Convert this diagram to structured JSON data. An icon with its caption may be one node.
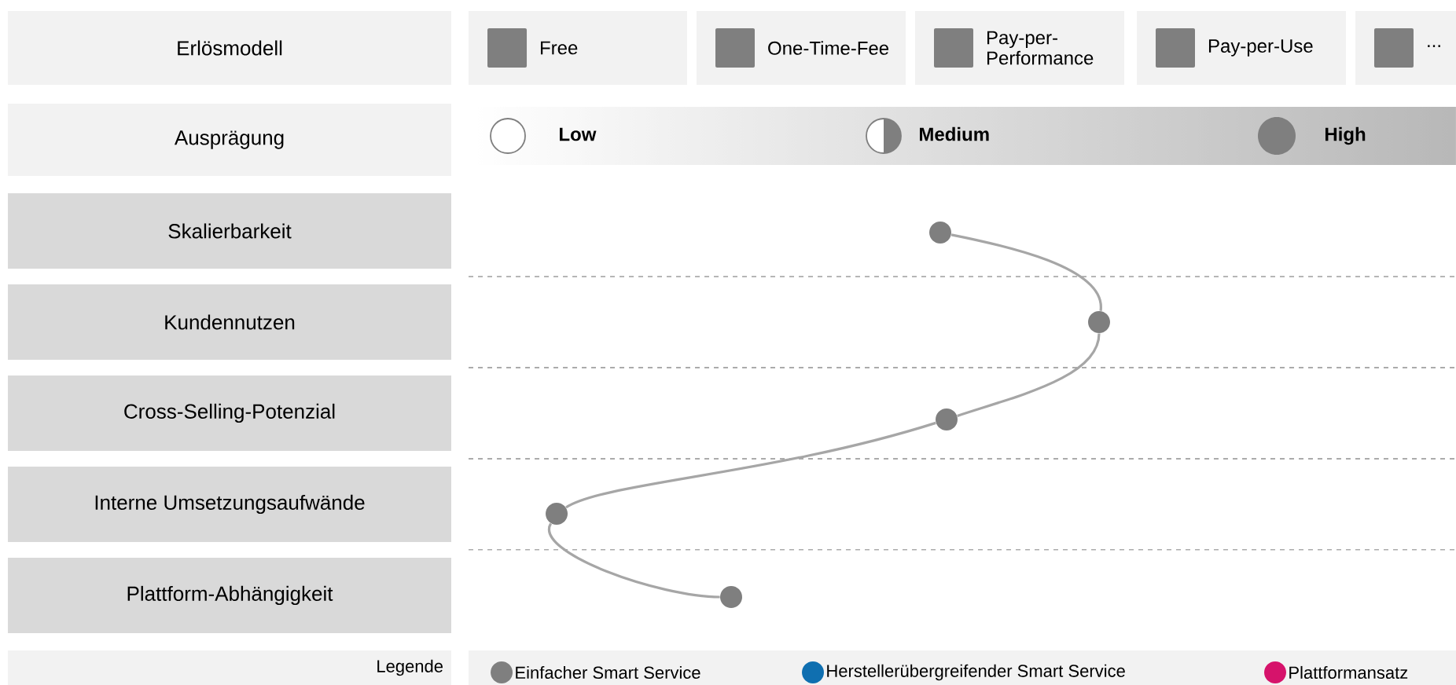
{
  "diagram": {
    "nodes": [
      {
        "text": [
          "Erlösmodell"
        ]
      },
      {
        "text": [
          "Free"
        ]
      },
      {
        "text": [
          "One-Time-Fee"
        ]
      },
      {
        "text": [
          "Pay-per-Performance"
        ]
      },
      {
        "text": [
          "Pay-per-Use"
        ]
      },
      {
        "text": [
          "..."
        ]
      },
      {
        "text": [
          "Ausprägung"
        ]
      },
      {
        "text": [
          "Low",
          "Medium",
          "High"
        ]
      },
      {
        "text": [
          "Skalierbarkeit"
        ]
      },
      {
        "text": [
          "Kundennutzen"
        ]
      },
      {
        "text": [
          "Cross-Selling-Potenzial"
        ]
      },
      {
        "text": [
          "Interne Umsetzungsaufwände"
        ]
      },
      {
        "text": [
          "Plattform-Abhängigkeit"
        ]
      },
      {
        "text": [],
        "shape": "circle"
      },
      {
        "text": [],
        "shape": "circle"
      },
      {
        "text": [],
        "shape": "circle"
      },
      {
        "text": [],
        "shape": "circle"
      },
      {
        "text": [],
        "shape": "circle"
      },
      {
        "text": [
          "Legende"
        ]
      }
    ],
    "edges": [
      {
        "from": 13,
        "to": 14,
        "arrow": "none"
      },
      {
        "from": 14,
        "to": 15,
        "arrow": "none"
      },
      {
        "from": 15,
        "to": 16,
        "arrow": "none"
      },
      {
        "from": 16,
        "to": 17,
        "arrow": "none"
      }
    ],
    "legend": [
      {
        "text": "Einfacher Smart Service",
        "color": "#7f7f7f"
      },
      {
        "text": "Herstellerübergreifender Smart Service",
        "color": "#0f6fb0"
      },
      {
        "text": "Plattformansatz",
        "color": "#d6136b"
      }
    ]
  }
}
